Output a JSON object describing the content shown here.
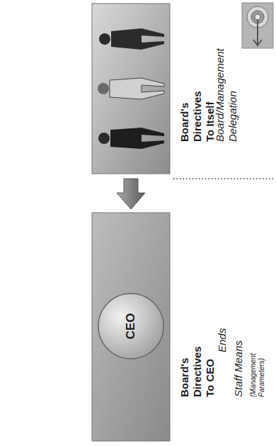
{
  "diagram": {
    "nodes": [
      {
        "text": [
          "CEO"
        ]
      }
    ],
    "labels": [
      "Board's Directives To Itself",
      "Board/Management Delegation",
      "Board's Directives To CEO",
      "Ends",
      "Staff Means",
      "(Management Parameters)"
    ]
  }
}
